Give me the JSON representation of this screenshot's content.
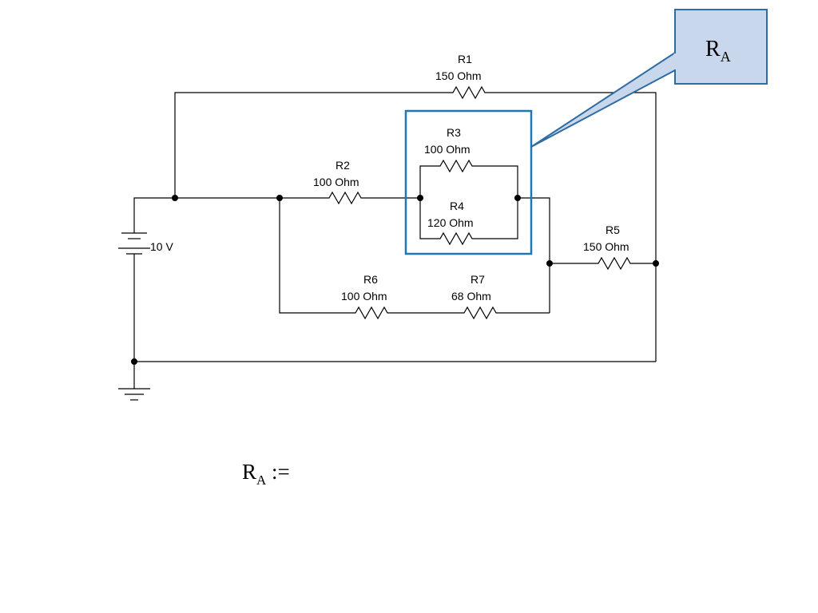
{
  "resistors": [
    {
      "name": "R1",
      "value": "150  Ohm"
    },
    {
      "name": "R2",
      "value": "100  Ohm"
    },
    {
      "name": "R3",
      "value": "100  Ohm"
    },
    {
      "name": "R4",
      "value": "120  Ohm"
    },
    {
      "name": "R5",
      "value": "150  Ohm"
    },
    {
      "name": "R6",
      "value": "100  Ohm"
    },
    {
      "name": "R7",
      "value": "68  Ohm"
    }
  ],
  "battery": {
    "label": "10 V"
  },
  "callout": {
    "main": "R",
    "sub": "A",
    "color": "#2e6da4",
    "fill": "#c8d7ec"
  },
  "formula": {
    "main": "R",
    "sub": "A",
    "operator": " :="
  }
}
